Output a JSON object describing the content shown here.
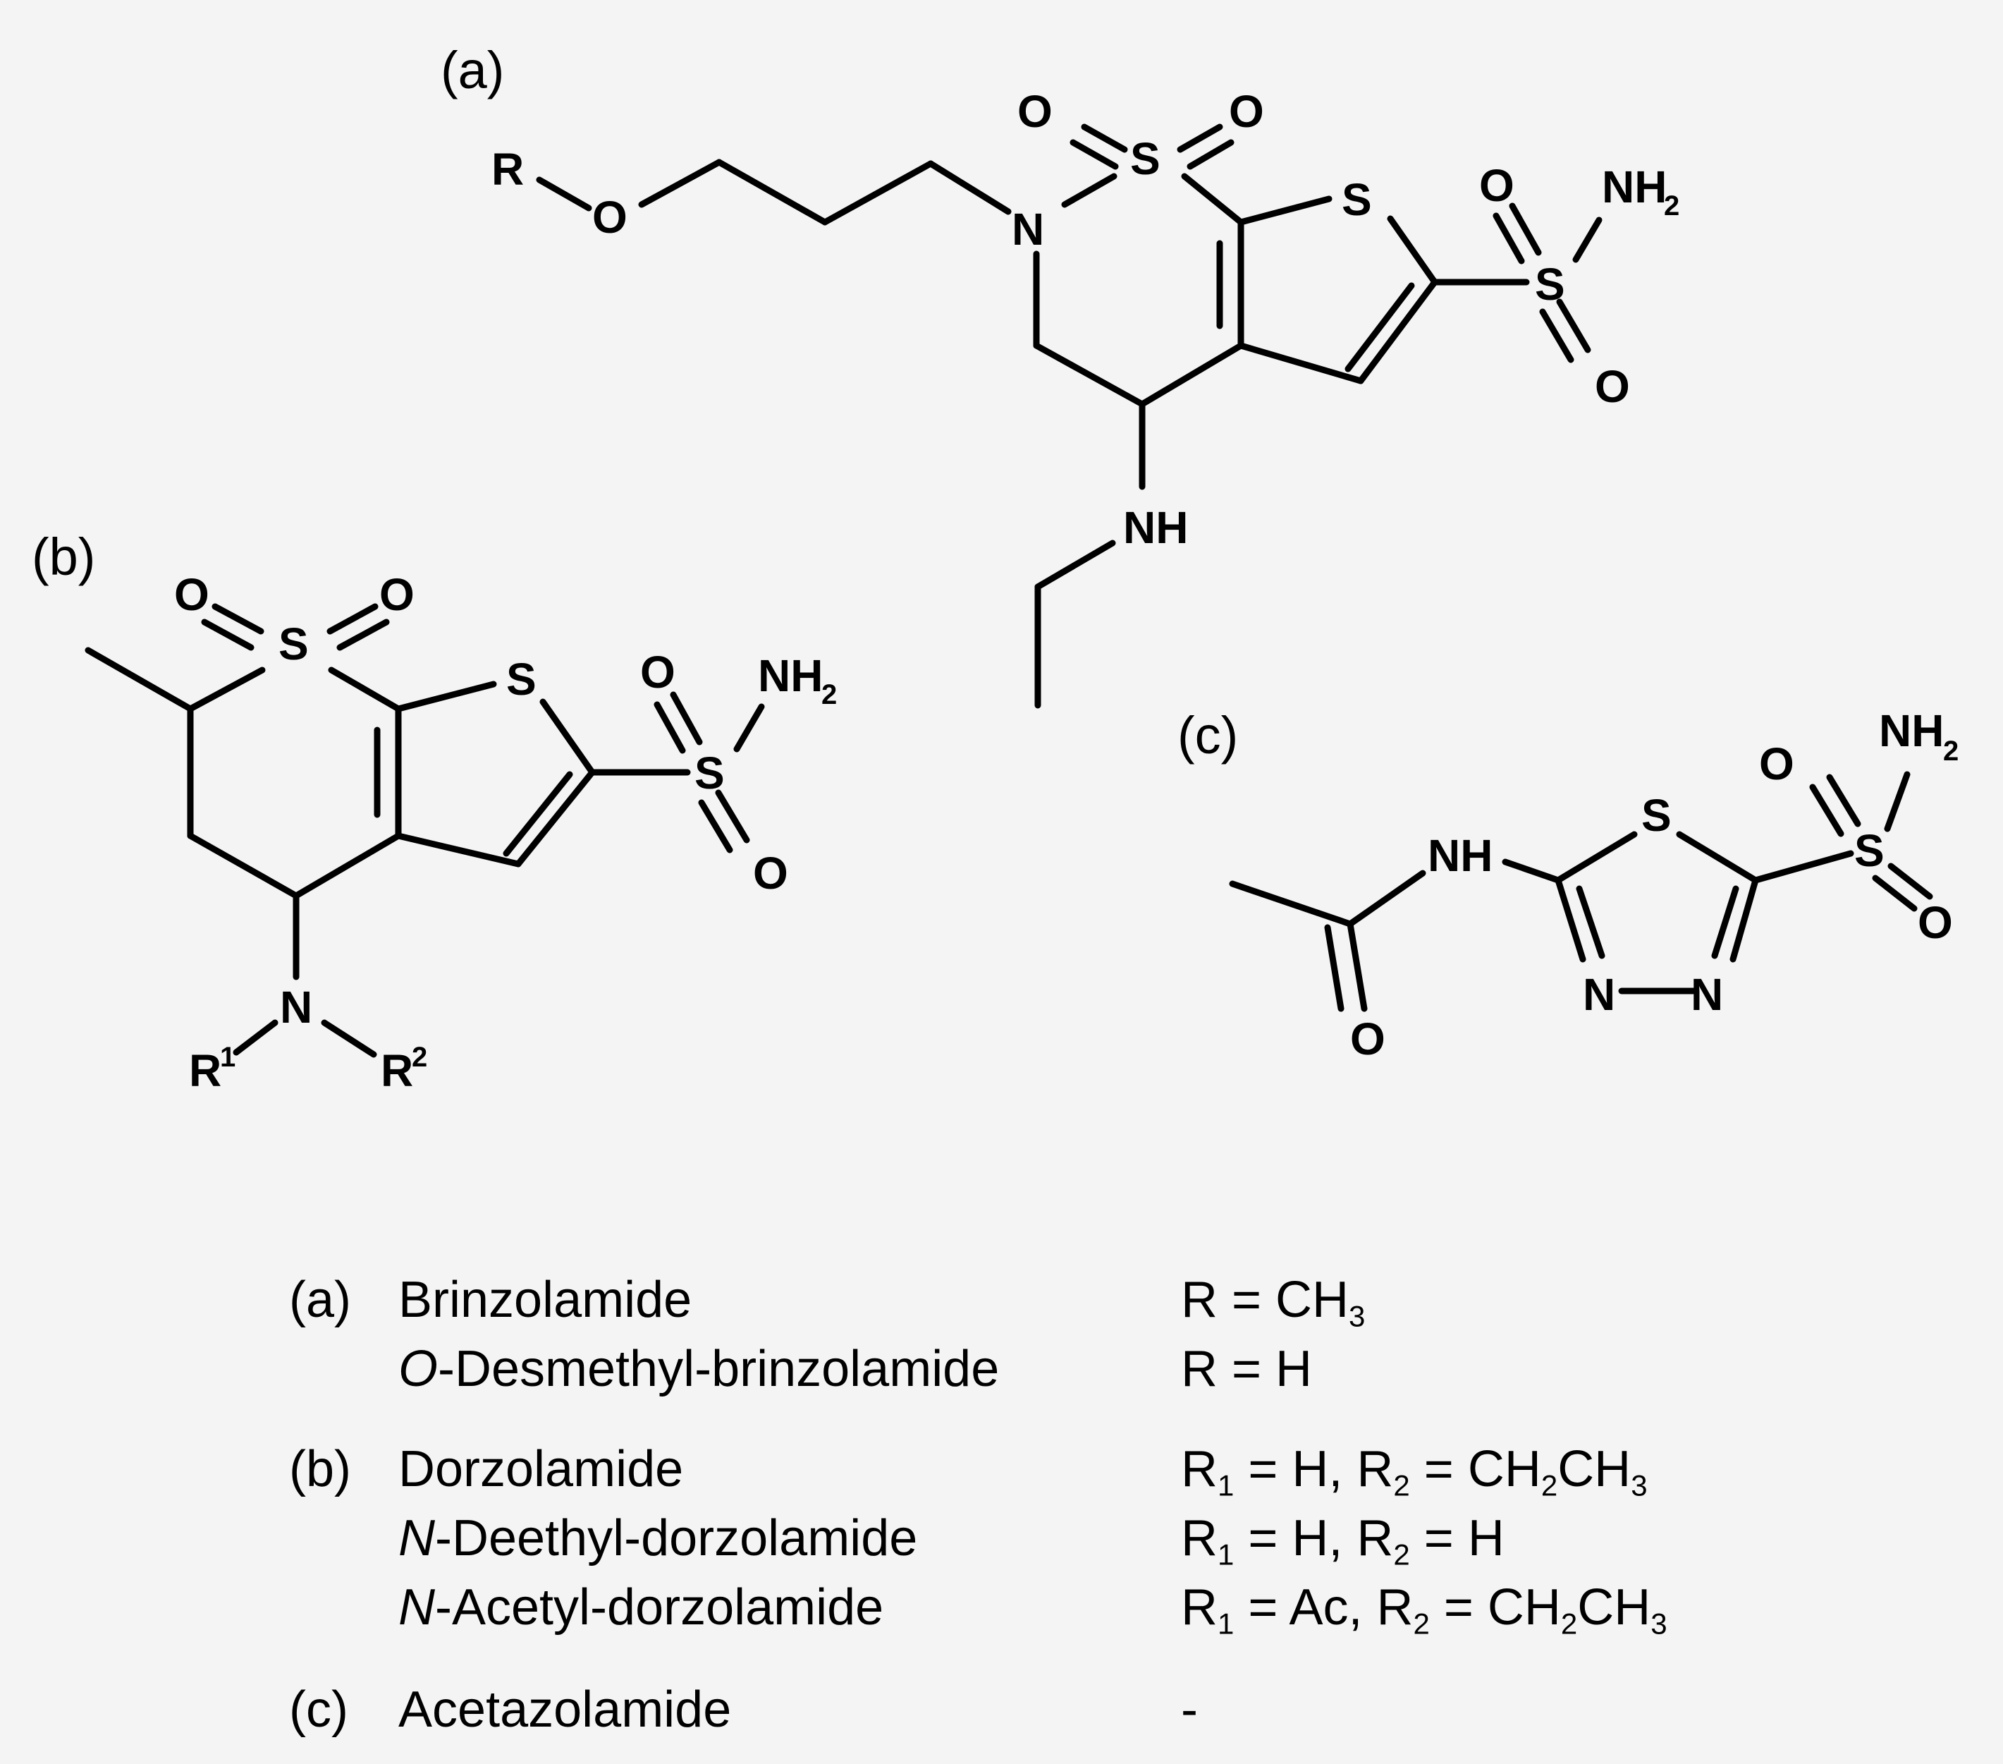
{
  "panels": {
    "a": {
      "label": "(a)",
      "atoms": {
        "R": "R",
        "O_ether": "O",
        "N_ring": "N",
        "S_ring": "S",
        "O_s1": "O",
        "O_s2": "O",
        "S_thio": "S",
        "S_sulf": "S",
        "O_sulf1": "O",
        "O_sulf2": "O",
        "NH2": "NH",
        "NH2_sub": "2",
        "NH": "NH"
      }
    },
    "b": {
      "label": "(b)",
      "atoms": {
        "S_ring": "S",
        "O_s1": "O",
        "O_s2": "O",
        "S_thio": "S",
        "S_sulf": "S",
        "O_sulf1": "O",
        "O_sulf2": "O",
        "NH2": "NH",
        "NH2_sub": "2",
        "N": "N",
        "R1": "R",
        "R1_sup": "1",
        "R2": "R",
        "R2_sup": "2"
      }
    },
    "c": {
      "label": "(c)",
      "atoms": {
        "NH": "NH",
        "O_carbonyl": "O",
        "S_ring": "S",
        "N1": "N",
        "N2": "N",
        "S_sulf": "S",
        "O_sulf1": "O",
        "O_sulf2": "O",
        "NH2": "NH",
        "NH2_sub": "2"
      }
    }
  },
  "legend": {
    "a": {
      "tag": "(a)",
      "rows": [
        {
          "name": "Brinzolamide",
          "formula": {
            "prefix": "R = CH",
            "sub": "3"
          }
        },
        {
          "name_italic": "O",
          "name_rest": "-Desmethyl-brinzolamide",
          "formula_text": "R = H"
        }
      ]
    },
    "b": {
      "tag": "(b)",
      "rows": [
        {
          "name": "Dorzolamide",
          "formula": {
            "p1": "R",
            "s1": "1",
            "p2": " = H, R",
            "s2": "2",
            "p3": " = CH",
            "s3": "2",
            "p4": "CH",
            "s4": "3"
          }
        },
        {
          "name_italic": "N",
          "name_rest": "-Deethyl-dorzolamide",
          "formula": {
            "p1": "R",
            "s1": "1",
            "p2": " = H, R",
            "s2": "2",
            "p3": " = H"
          }
        },
        {
          "name_italic": "N",
          "name_rest": "-Acetyl-dorzolamide",
          "formula": {
            "p1": "R",
            "s1": "1",
            "p2": " = Ac, R",
            "s2": "2",
            "p3": " = CH",
            "s3": "2",
            "p4": "CH",
            "s4": "3"
          }
        }
      ]
    },
    "c": {
      "tag": "(c)",
      "rows": [
        {
          "name": "Acetazolamide",
          "formula_text": "-"
        }
      ]
    }
  }
}
